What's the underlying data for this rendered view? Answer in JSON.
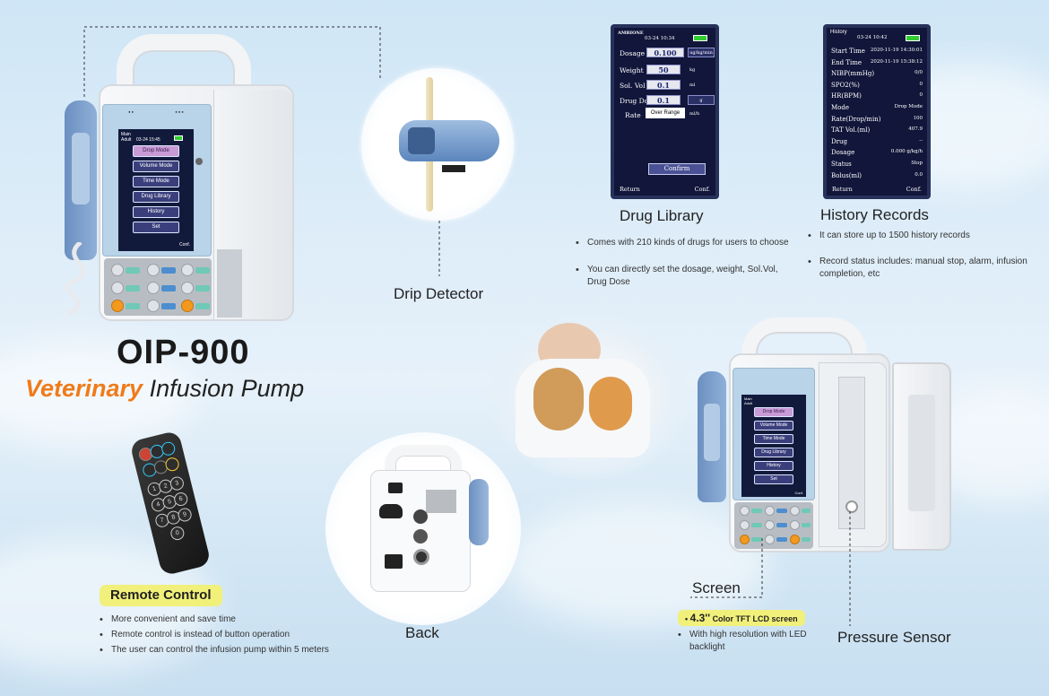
{
  "product": {
    "model": "OIP-900",
    "subtitle_highlight": "Veterinary",
    "subtitle_rest": "Infusion Pump"
  },
  "main_pump_screen": {
    "mode": "Main",
    "status": "Adult",
    "time": "03-24 15:45",
    "menu": [
      "Drop Mode",
      "Volume Mode",
      "Time Mode",
      "Drug Library",
      "History",
      "Set"
    ],
    "confirm": "Conf."
  },
  "drip_detector": {
    "label": "Drip Detector"
  },
  "drug_library": {
    "label": "Drug Library",
    "screen": {
      "brand": "AMBIONE",
      "time": "03-24 10:34",
      "rows": [
        {
          "name": "Dosage",
          "value": "0.100",
          "unit": "ug/kg/min"
        },
        {
          "name": "Weight",
          "value": "50",
          "unit": "kg"
        },
        {
          "name": "Sol. Vol",
          "value": "0.1",
          "unit": "ml"
        },
        {
          "name": "Drug Dose",
          "value": "0.1",
          "unit": "g"
        },
        {
          "name": "Rate",
          "value": "Over Range",
          "unit": "ml/h"
        }
      ],
      "confirm_button": "Confirm",
      "return": "Return",
      "conf": "Conf."
    },
    "bullets": [
      "Comes with 210 kinds of drugs for users to choose",
      "You can directly set the dosage, weight, Sol.Vol, Drug Dose"
    ]
  },
  "history_records": {
    "label": "History Records",
    "screen": {
      "title": "History",
      "time": "03-24 10:42",
      "rows": [
        {
          "name": "Start Time",
          "value": "2020-11-19 14:30:01"
        },
        {
          "name": "End Time",
          "value": "2020-11-19 15:38:12"
        },
        {
          "name": "NIBP(mmHg)",
          "value": "0/0"
        },
        {
          "name": "SPO2(%)",
          "value": "0"
        },
        {
          "name": "HR(BPM)",
          "value": "0"
        },
        {
          "name": "Mode",
          "value": "Drop Mode"
        },
        {
          "name": "Rate(Drop/min)",
          "value": "100"
        },
        {
          "name": "TAT Vol.(ml)",
          "value": "407.9"
        },
        {
          "name": "Drug",
          "value": "--"
        },
        {
          "name": "Dosage",
          "value": "0.000   g/kg/h"
        },
        {
          "name": "Status",
          "value": "Stop"
        },
        {
          "name": "Bolus(ml)",
          "value": "0.0"
        }
      ],
      "return": "Return",
      "conf": "Conf."
    },
    "bullets": [
      "It can store up to 1500 history records",
      "Record status includes: manual stop, alarm, infusion completion, etc"
    ]
  },
  "remote_control": {
    "label": "Remote Control",
    "buttons": [
      "1",
      "2",
      "3",
      "4",
      "5",
      "6",
      "7",
      "8",
      "9",
      "0"
    ],
    "bullets": [
      "More convenient and save time",
      "Remote control is instead of button operation",
      "The user can control the infusion pump within 5 meters"
    ]
  },
  "back": {
    "label": "Back"
  },
  "screen_feature": {
    "label": "Screen",
    "size": "4.3''",
    "desc": "Color TFT LCD screen",
    "bullets": [
      "With high resolution with LED backlight"
    ]
  },
  "pressure_sensor": {
    "label": "Pressure Sensor"
  },
  "colors": {
    "accent_orange": "#ef7b1a",
    "highlight_yellow": "#f1f07a",
    "lcd_navy": "#121a3c"
  }
}
